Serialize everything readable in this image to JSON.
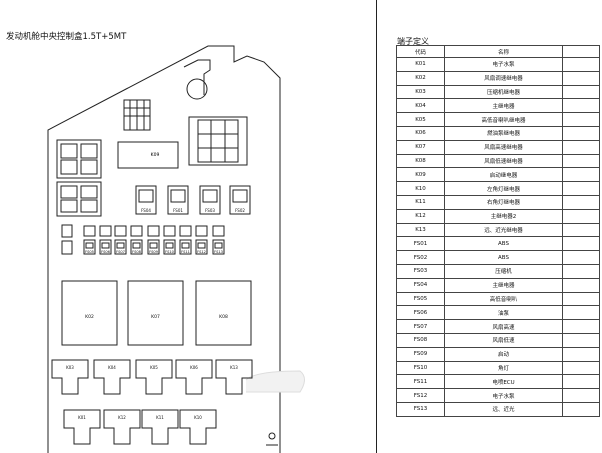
{
  "title": "发动机舱中央控制盒1.5T+5MT",
  "table_title": "端子定义",
  "headers": [
    "代码",
    "名称",
    ""
  ],
  "rows": [
    [
      "K01",
      "电子水泵"
    ],
    [
      "K02",
      "风扇调速继电器"
    ],
    [
      "K03",
      "压缩机继电器"
    ],
    [
      "K04",
      "主继电器"
    ],
    [
      "K05",
      "高低音喇叭继电器"
    ],
    [
      "K06",
      "燃油泵继电器"
    ],
    [
      "K07",
      "风扇高速继电器"
    ],
    [
      "K08",
      "风扇低速继电器"
    ],
    [
      "K09",
      "启动继电器"
    ],
    [
      "K10",
      "左角灯继电器"
    ],
    [
      "K11",
      "右角灯继电器"
    ],
    [
      "K12",
      "主继电器2"
    ],
    [
      "K13",
      "远、近光继电器"
    ],
    [
      "FS01",
      "ABS"
    ],
    [
      "FS02",
      "ABS"
    ],
    [
      "FS03",
      "压缩机"
    ],
    [
      "FS04",
      "主继电器"
    ],
    [
      "FS05",
      "高低音喇叭"
    ],
    [
      "FS06",
      "油泵"
    ],
    [
      "FS07",
      "风扇高速"
    ],
    [
      "FS08",
      "风扇低速"
    ],
    [
      "FS09",
      "启动"
    ],
    [
      "FS10",
      "角灯"
    ],
    [
      "FS11",
      "电喷ECU"
    ],
    [
      "FS12",
      "电子水泵"
    ],
    [
      "FS13",
      "远、近光"
    ]
  ],
  "diagram": {
    "k09": "K09",
    "fuse_large": [
      "FS04",
      "FS01",
      "FS03",
      "FS02"
    ],
    "fuse_small": [
      "FS05",
      "FS06",
      "FS07",
      "FS08",
      "FS09",
      "FS10",
      "FS11",
      "FS12",
      "FS13"
    ],
    "relay_large": [
      "K02",
      "K07",
      "K08"
    ],
    "relay_row1": [
      "K03",
      "K04",
      "K05",
      "K06",
      "K13"
    ],
    "relay_row2": [
      "K01",
      "K12",
      "K11",
      "K10"
    ]
  }
}
